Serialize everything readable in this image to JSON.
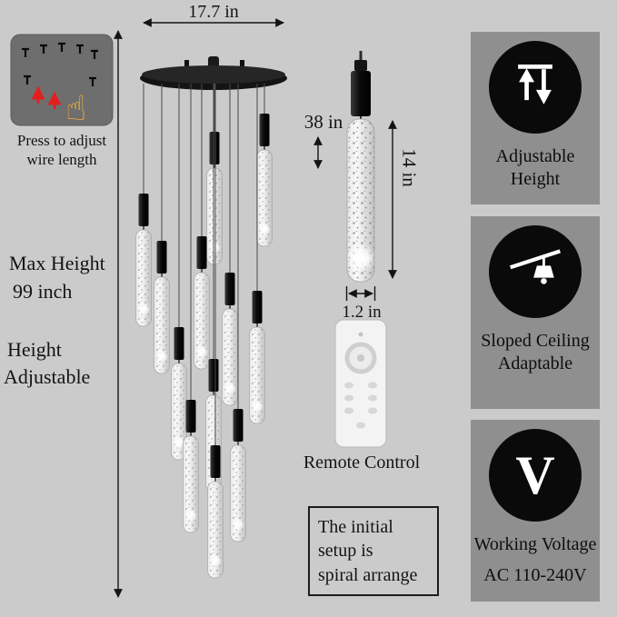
{
  "dimensions": {
    "canopy_width": "17.7 in",
    "drop_length": "38 in",
    "tube_length": "14 in",
    "tube_diameter": "1.2 in",
    "max_height": [
      "Max Height",
      "99 inch"
    ],
    "height_adjustable": [
      "Height",
      "Adjustable"
    ]
  },
  "annotations": {
    "press_note": "Press to adjust wire length",
    "remote_label": "Remote Control",
    "setup_note_lines": [
      "The initial",
      "setup is",
      "spiral arrange"
    ]
  },
  "features": [
    {
      "icon": "adjustable-height-icon",
      "label": "Adjustable Height"
    },
    {
      "icon": "sloped-ceiling-icon",
      "label": "Sloped Ceiling Adaptable"
    },
    {
      "icon": "voltage-icon",
      "glyph": "V",
      "label": "Working Voltage",
      "label2": "AC 110-240V"
    }
  ],
  "colors": {
    "background": "#cbcbcb",
    "feature_panel": "#8f8f8f",
    "icon_circle": "#0a0a0a",
    "red_arrow": "#e02020",
    "text": "#141414"
  }
}
